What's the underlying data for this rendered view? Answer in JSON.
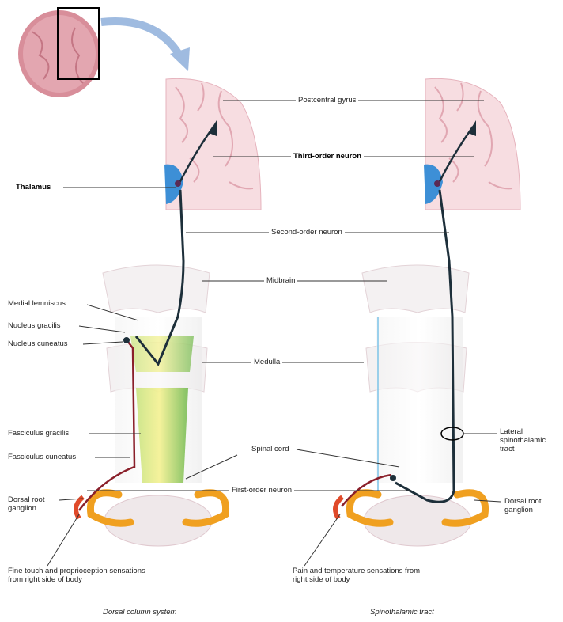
{
  "labels": {
    "postcentral_gyrus": "Postcentral gyrus",
    "third_order_neuron": "Third-order neuron",
    "thalamus": "Thalamus",
    "second_order_neuron": "Second-order neuron",
    "midbrain": "Midbrain",
    "medial_lemniscus": "Medial lemniscus",
    "nucleus_gracilis": "Nucleus gracilis",
    "nucleus_cuneatus": "Nucleus cuneatus",
    "medulla": "Medulla",
    "fasciculus_gracilis": "Fasciculus gracilis",
    "fasciculus_cuneatus": "Fasciculus cuneatus",
    "spinal_cord": "Spinal cord",
    "first_order_neuron": "First-order neuron",
    "dorsal_root_ganglion_left": "Dorsal root ganglion",
    "dorsal_root_ganglion_right": "Dorsal root ganglion",
    "lateral_spinothalamic_tract": "Lateral spinothalamic tract",
    "fine_touch": "Fine touch and proprioception sensations from right side of body",
    "pain_temperature": "Pain and temperature sensations from right side of body"
  },
  "captions": {
    "left": "Dorsal column system",
    "right": "Spinothalamic tract"
  },
  "colors": {
    "brain": "#e8b5be",
    "thalamus": "#3d8fd6",
    "neuron": "#1d2f3a",
    "first_neuron": "#8a1f2a",
    "ganglion": "#f0a020",
    "gracilis": "#e8e36a",
    "cuneatus": "#6fb84a",
    "spinothalamic": "#7cc3e8"
  }
}
